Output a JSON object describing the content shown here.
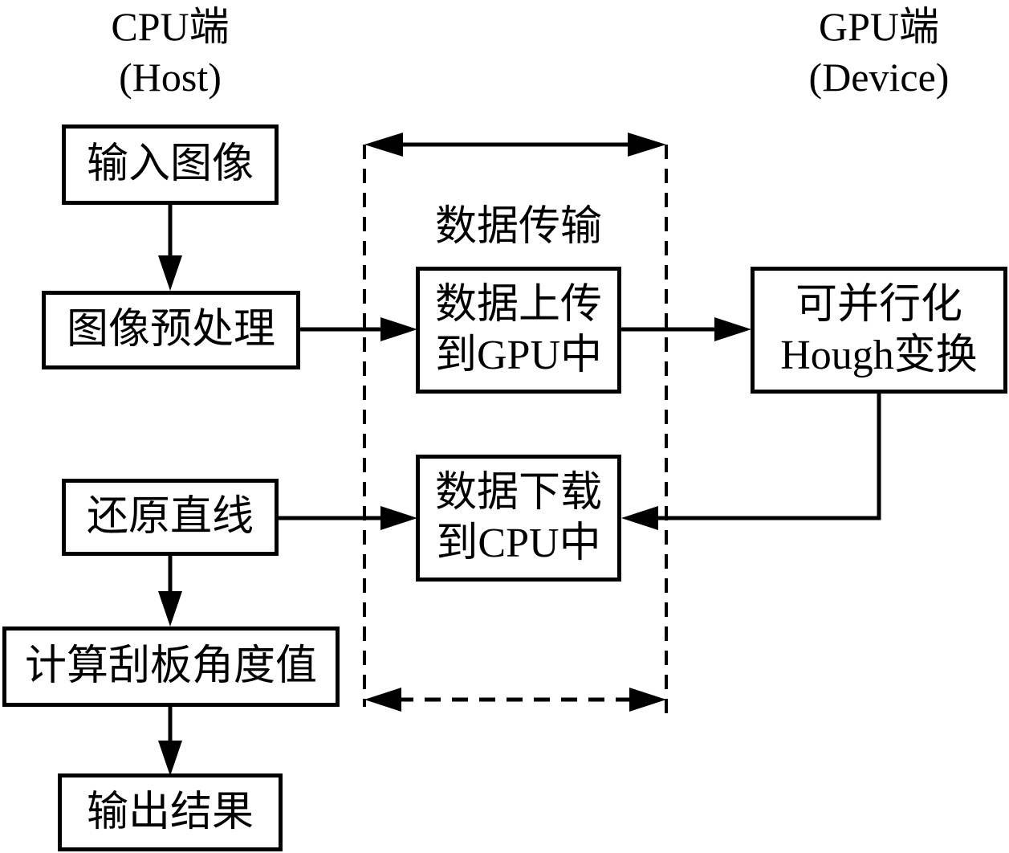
{
  "header": {
    "cpu_title": "CPU端",
    "cpu_subtitle": "(Host)",
    "gpu_title": "GPU端",
    "gpu_subtitle": "(Device)"
  },
  "transfer_region": {
    "label": "数据传输"
  },
  "nodes": {
    "input_image": "输入图像",
    "preprocess": "图像预处理",
    "upload_line1": "数据上传",
    "upload_line2": "到GPU中",
    "hough_line1": "可并行化",
    "hough_line2": "Hough变换",
    "download_line1": "数据下载",
    "download_line2": "到CPU中",
    "restore_lines": "还原直线",
    "compute_angle": "计算刮板角度值",
    "output_result": "输出结果"
  }
}
